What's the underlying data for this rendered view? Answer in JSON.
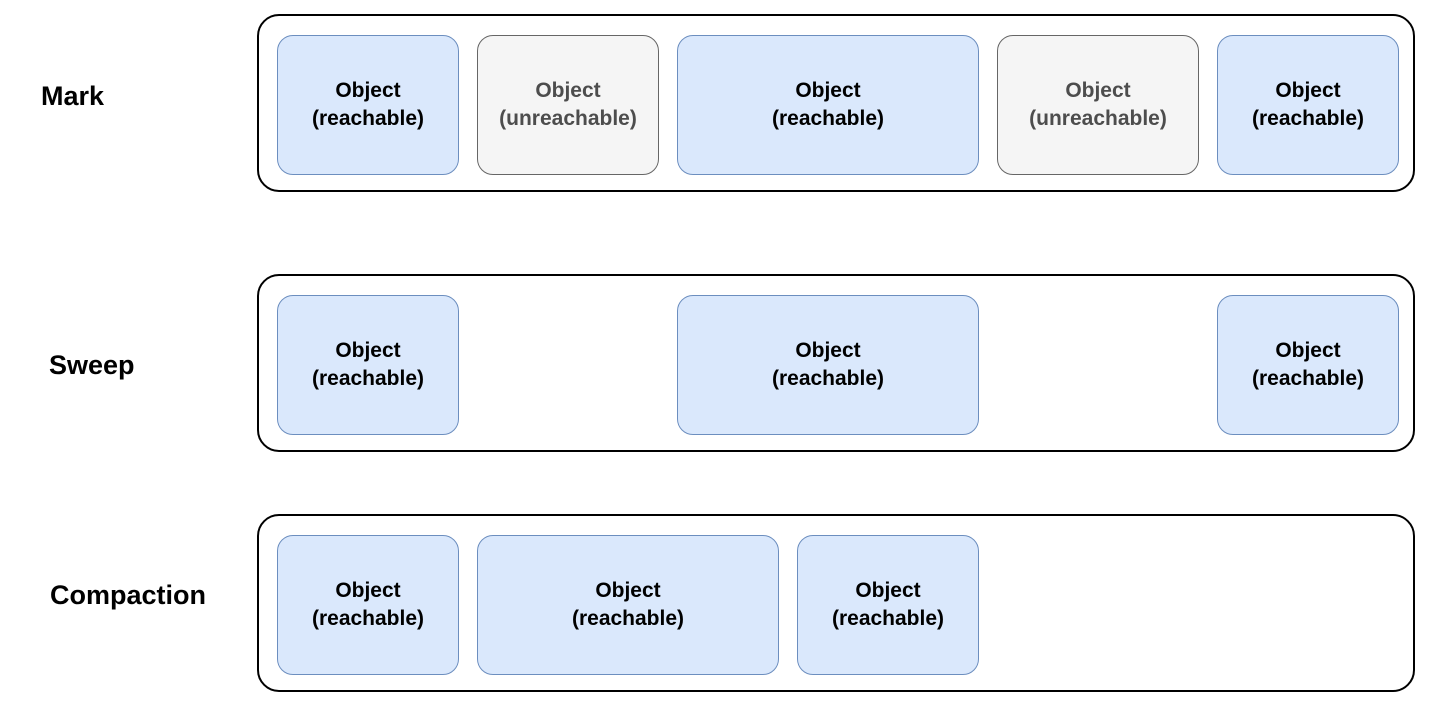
{
  "stages": [
    {
      "label": "Mark",
      "objects": [
        {
          "line1": "Object",
          "line2": "(reachable)",
          "state": "reachable"
        },
        {
          "line1": "Object",
          "line2": "(unreachable)",
          "state": "unreachable"
        },
        {
          "line1": "Object",
          "line2": "(reachable)",
          "state": "reachable"
        },
        {
          "line1": "Object",
          "line2": "(unreachable)",
          "state": "unreachable"
        },
        {
          "line1": "Object",
          "line2": "(reachable)",
          "state": "reachable"
        }
      ]
    },
    {
      "label": "Sweep",
      "objects": [
        {
          "line1": "Object",
          "line2": "(reachable)",
          "state": "reachable"
        },
        {
          "line1": "Object",
          "line2": "(reachable)",
          "state": "reachable"
        },
        {
          "line1": "Object",
          "line2": "(reachable)",
          "state": "reachable"
        }
      ]
    },
    {
      "label": "Compaction",
      "objects": [
        {
          "line1": "Object",
          "line2": "(reachable)",
          "state": "reachable"
        },
        {
          "line1": "Object",
          "line2": "(reachable)",
          "state": "reachable"
        },
        {
          "line1": "Object",
          "line2": "(reachable)",
          "state": "reachable"
        }
      ]
    }
  ],
  "colors": {
    "reachable_fill": "#dae8fc",
    "reachable_stroke": "#6c8ebf",
    "unreachable_fill": "#f5f5f5",
    "unreachable_stroke": "#666666",
    "unreachable_text": "#4d4d4d"
  }
}
